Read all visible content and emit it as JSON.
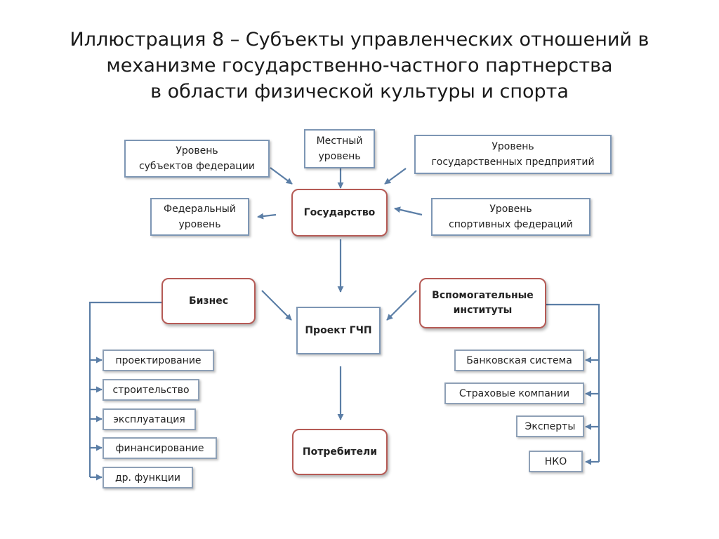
{
  "title": {
    "line1": "Иллюстрация 8 – Субъекты управленческих отношений в",
    "line2": "механизме государственно-частного партнерства",
    "line3": "в области  физической культуры и спорта"
  },
  "levels": {
    "subjects": [
      "Уровень",
      "субъектов федерации"
    ],
    "local": [
      "Местный",
      "уровень"
    ],
    "state_enterprises": [
      "Уровень",
      "государственных предприятий"
    ],
    "federal": [
      "Федеральный",
      "уровень"
    ],
    "sport_federations": [
      "Уровень",
      "спортивных федераций"
    ]
  },
  "nodes": {
    "state": "Государство",
    "business": "Бизнес",
    "auxiliary": [
      "Вспомогательные",
      "институты"
    ],
    "project": "Проект ГЧП",
    "consumers": "Потребители"
  },
  "business_functions": [
    "проектирование",
    "строительство",
    "эксплуатация",
    "финансирование",
    "др. функции"
  ],
  "auxiliary_institutions": [
    "Банковская система",
    "Страховые компании",
    "Эксперты",
    "НКО"
  ],
  "colors": {
    "arrow": "#5b7ea6",
    "blue_border": "#7d96b4",
    "red_border": "#b55a55"
  }
}
